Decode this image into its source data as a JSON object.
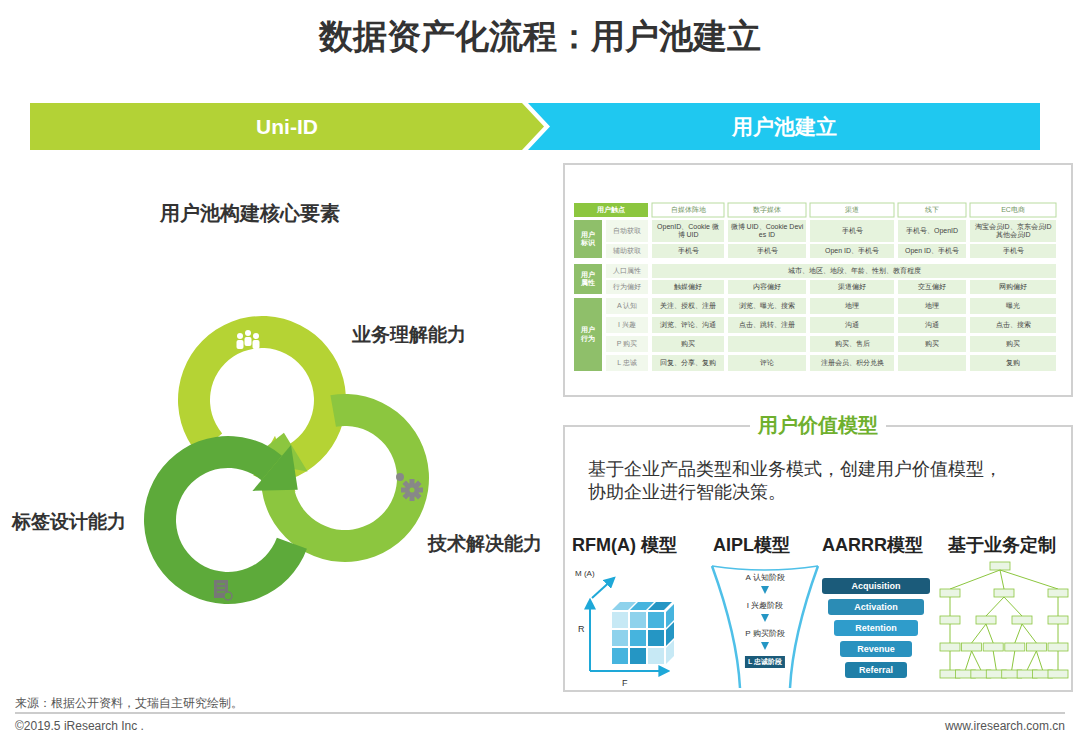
{
  "diagram": {
    "title": "数据资产化流程：用户池建立",
    "caption": "来源：根据公开资料，艾瑞自主研究绘制。",
    "nodes": [
      {
        "text": [
          "Uni-ID"
        ]
      },
      {
        "text": [
          "用户池建立"
        ]
      },
      {
        "text": [
          "用户价值模型",
          "基于企业产品类型和业务模式，创建用户价值模型，协助企业进行智能决策。"
        ]
      },
      {
        "text": [
          "Acquisition"
        ],
        "in": 2
      },
      {
        "text": [
          "Activation"
        ],
        "in": 2
      },
      {
        "text": [
          "Retention"
        ],
        "in": 2
      },
      {
        "text": [
          "Revenue"
        ],
        "in": 2
      },
      {
        "text": [
          "Referral"
        ],
        "in": 2
      }
    ],
    "labels": [
      "用户池构建核心要素",
      "业务理解能力",
      "技术解决能力",
      "标签设计能力",
      "用户触点",
      "自媒体阵地",
      "数字媒体",
      "渠道",
      "线下",
      "EC电商",
      "用户标识",
      "自动获取",
      "OpenID、Cookie 微博 UID",
      "微博 UID、Cookie Devies ID",
      "手机号",
      "手机号、OpenID",
      "淘宝会员ID、京东会员ID 其他会员ID",
      "辅助获取",
      "手机号",
      "手机号",
      "Open ID、手机号",
      "Open ID、手机号",
      "手机号",
      "用户属性",
      "人口属性",
      "城市、地区、地段、年龄、性别、教育程度",
      "行为偏好",
      "触媒偏好",
      "内容偏好",
      "渠道偏好",
      "交互偏好",
      "网购偏好",
      "用户行为",
      "A 认知",
      "关注、授权、注册",
      "浏览、曝光、搜索",
      "地理",
      "地理",
      "曝光",
      "I 兴趣",
      "浏览、评论、沟通",
      "点击、跳转、注册",
      "沟通",
      "沟通",
      "点击、搜索",
      "P 购买",
      "购买",
      "购买、售后",
      "购买",
      "购买",
      "L 忠诚",
      "回复、分享、复购",
      "评论",
      "注册会员、积分兑换",
      "复购",
      "RFM(A) 模型",
      "AIPL模型",
      "AARRR模型",
      "基于业务定制",
      "M (A)",
      "R",
      "F",
      "A 认知阶段",
      "I 兴趣阶段",
      "P 购买阶段",
      "L 忠诚阶段",
      "©2019.5 iResearch Inc .",
      "www.iresearch.com.cn"
    ]
  }
}
